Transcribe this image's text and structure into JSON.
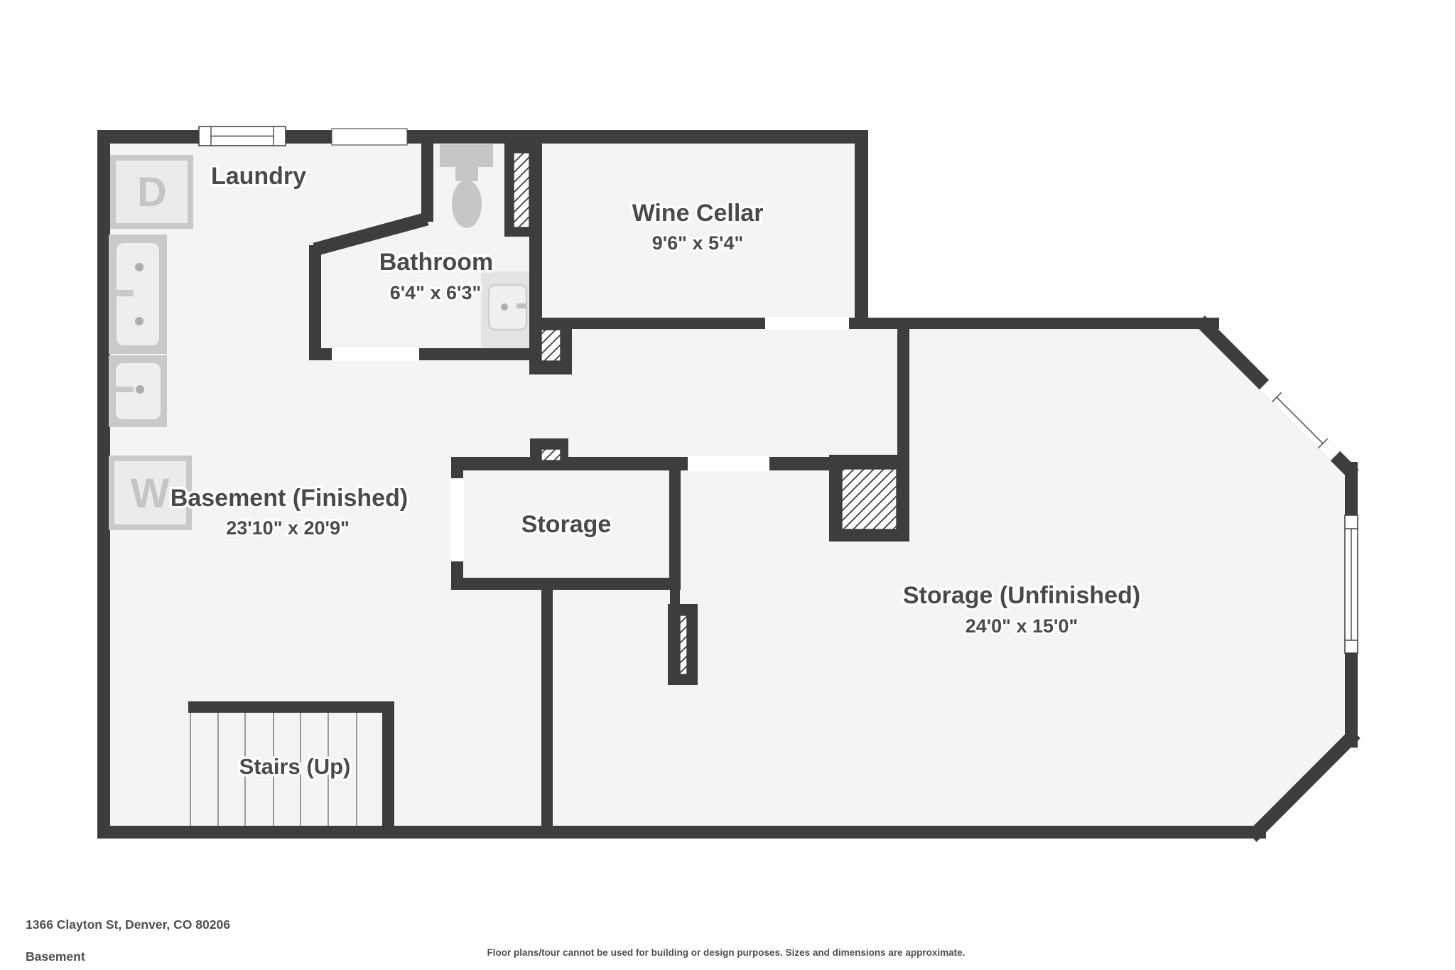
{
  "floorplan": {
    "address": "1366 Clayton St, Denver, CO 80206",
    "floor_label": "Basement",
    "disclaimer": "Floor plans/tour cannot be used for building or design purposes. Sizes and dimensions are approximate.",
    "rooms": {
      "laundry": {
        "label": "Laundry"
      },
      "bathroom": {
        "label": "Bathroom",
        "dims": "6'4\" x 6'3\""
      },
      "wine_cellar": {
        "label": "Wine Cellar",
        "dims": "9'6\" x 5'4\""
      },
      "basement_finished": {
        "label": "Basement (Finished)",
        "dims": "23'10\" x 20'9\""
      },
      "storage": {
        "label": "Storage"
      },
      "storage_unfinished": {
        "label": "Storage (Unfinished)",
        "dims": "24'0\" x 15'0\""
      },
      "stairs": {
        "label": "Stairs (Up)"
      }
    },
    "fixtures": {
      "dryer_letter": "D",
      "washer_letter": "W"
    },
    "colors": {
      "wall": "#3d3d3d",
      "floor": "#f4f4f4",
      "fixture_border": "#c9c9c9",
      "fixture_fill": "#ebebeb",
      "label": "#4a4a4a"
    }
  }
}
